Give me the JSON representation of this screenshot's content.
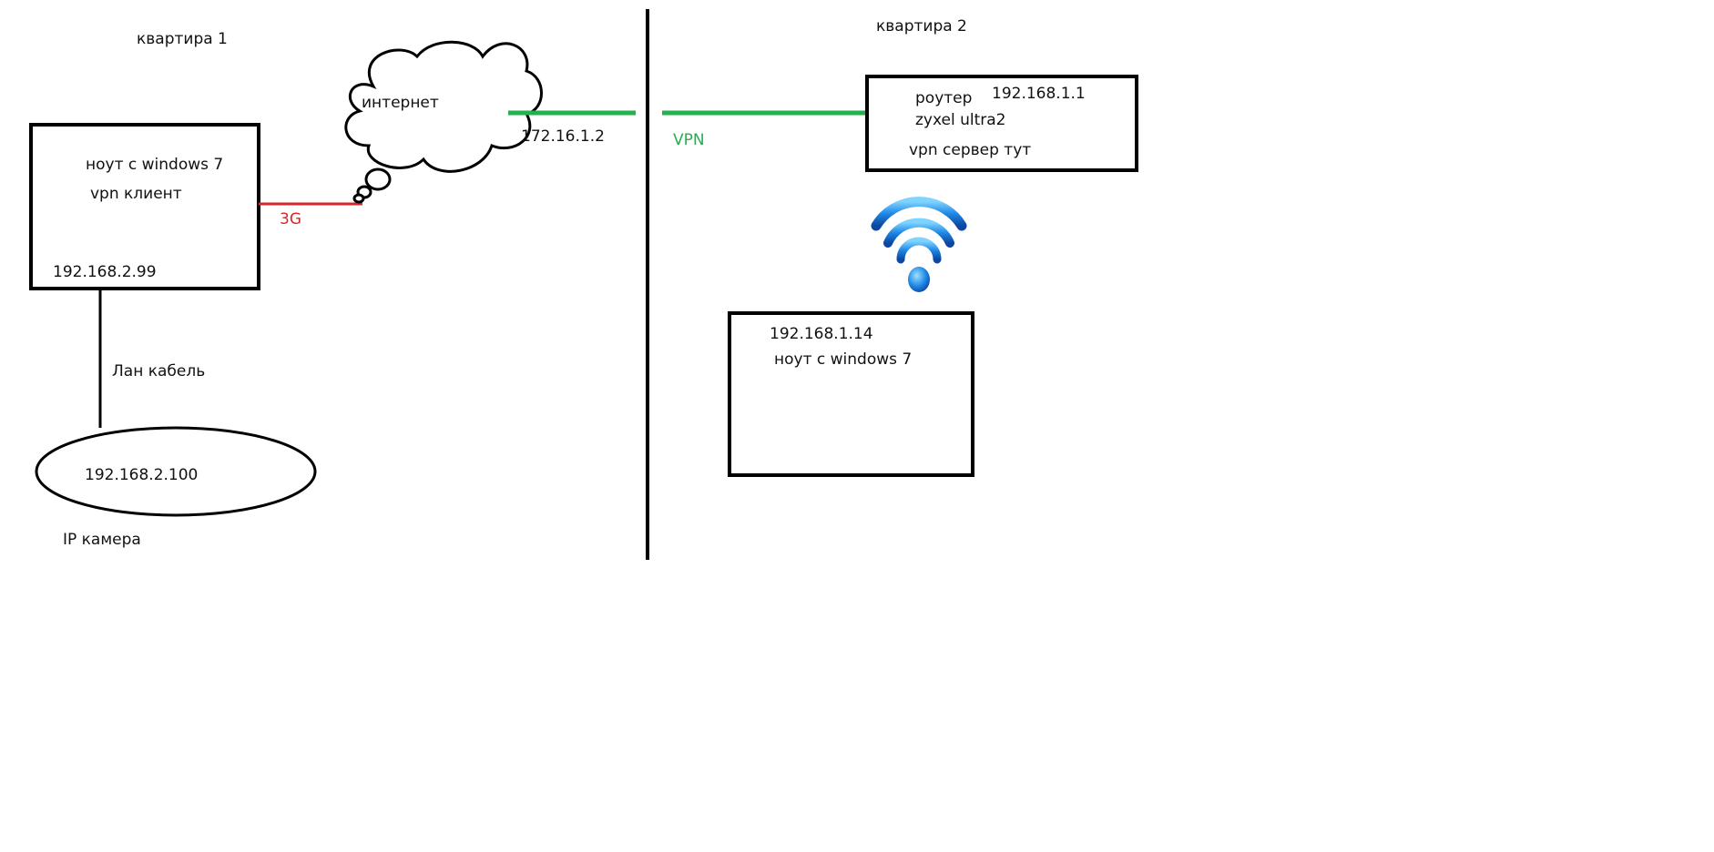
{
  "apartment1": {
    "title": "квартира 1",
    "laptop": {
      "line1": "ноут с windows 7",
      "line2": "vpn клиент",
      "ip": "192.168.2.99"
    },
    "lan_cable_label": "Лан кабель",
    "camera": {
      "ip": "192.168.2.100",
      "label": "IP камера"
    },
    "internet_label": "интернет",
    "link_3g_label": "3G",
    "internet_ip": "172.16.1.2"
  },
  "apartment2": {
    "title": "квартира 2",
    "router": {
      "line1": "роутер",
      "ip": "192.168.1.1",
      "line2": "zyxel ultra2",
      "line3": "vpn сервер тут"
    },
    "laptop": {
      "ip": "192.168.1.14",
      "line1": "ноут с windows 7"
    }
  },
  "vpn_label": "VPN",
  "colors": {
    "line_black": "#000000",
    "link_3g": "#d9252a",
    "link_vpn": "#22b14c",
    "wifi_icon": "#1e88e5"
  },
  "icons": {
    "wifi": "wifi-icon",
    "cloud": "cloud-icon"
  }
}
